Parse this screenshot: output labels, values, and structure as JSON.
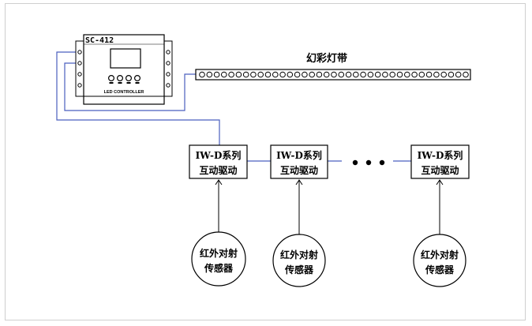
{
  "controller": {
    "model": "SC-412",
    "caption": "LED CONTROLLER",
    "button_count": 4
  },
  "strip": {
    "label": "幻彩灯带",
    "led_count": 37
  },
  "drivers": [
    {
      "line1": "IW-D系列",
      "line2": "互动驱动"
    },
    {
      "line1": "IW-D系列",
      "line2": "互动驱动"
    },
    {
      "line1": "IW-D系列",
      "line2": "互动驱动"
    }
  ],
  "sensors": [
    {
      "line1": "红外对射",
      "line2": "传感器"
    },
    {
      "line1": "红外对射",
      "line2": "传感器"
    },
    {
      "line1": "红外对射",
      "line2": "传感器"
    }
  ],
  "colors": {
    "wire": "#4b5fbf",
    "stroke": "#000000"
  }
}
